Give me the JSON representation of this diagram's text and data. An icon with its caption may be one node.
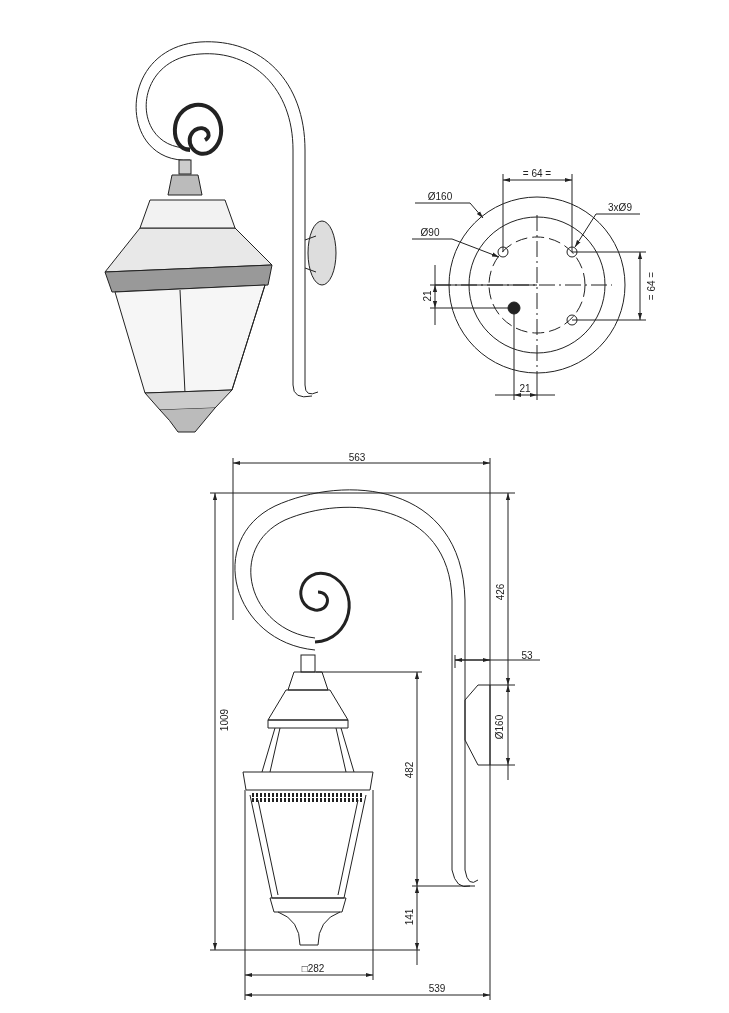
{
  "diagram": {
    "nodes": [
      {
        "text": [
          "Ø160"
        ]
      },
      {
        "text": [
          "Ø90"
        ]
      },
      {
        "text": [
          "3xØ9"
        ]
      }
    ],
    "edges": [
      {
        "from": 0,
        "to": null,
        "arrow": "to"
      },
      {
        "from": 1,
        "to": null,
        "arrow": "to"
      },
      {
        "from": 2,
        "to": null,
        "arrow": "to"
      }
    ],
    "labels": [
      "= 64 =",
      "21",
      "= 64 =",
      "21",
      "563",
      "426",
      "53",
      "Ø160",
      "1009",
      "482",
      "141",
      "□282",
      "539"
    ]
  }
}
